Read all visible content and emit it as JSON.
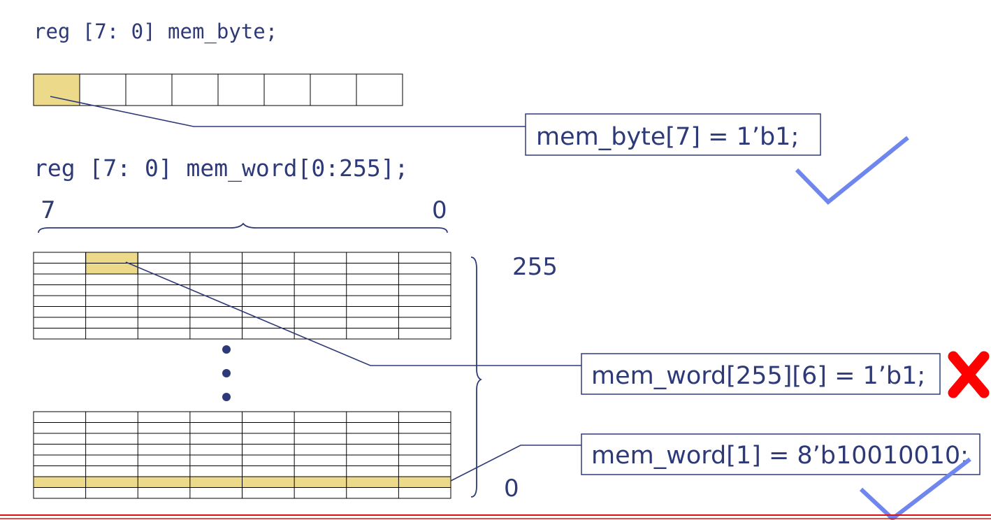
{
  "declarations": {
    "byte_decl": "reg [7: 0] mem_byte;",
    "word_decl": "reg [7: 0] mem_word[0:255];"
  },
  "byte_register": {
    "bits": 8,
    "highlighted_bit_index": 0
  },
  "bit_range_labels": {
    "msb": "7",
    "lsb": "0"
  },
  "address_labels": {
    "top": "255",
    "bottom": "0"
  },
  "word_array": {
    "columns": 8,
    "top_block_rows": 8,
    "bottom_block_rows": 8,
    "top_highlight_column": 1,
    "bottom_highlight_row": 6
  },
  "statements": [
    {
      "text": "mem_byte[7] = 1’b1;",
      "verdict": "valid"
    },
    {
      "text": "mem_word[255][6] = 1’b1;",
      "verdict": "invalid"
    },
    {
      "text": "mem_word[1] = 8’b10010010;",
      "verdict": "valid"
    }
  ],
  "colors": {
    "text": "#2e3a78",
    "highlight": "#ecd98a",
    "check": "#6f86ee",
    "cross": "#ff0000",
    "footer_rule": "#e01010"
  },
  "icons": {
    "valid": "check-icon",
    "invalid": "cross-icon"
  }
}
